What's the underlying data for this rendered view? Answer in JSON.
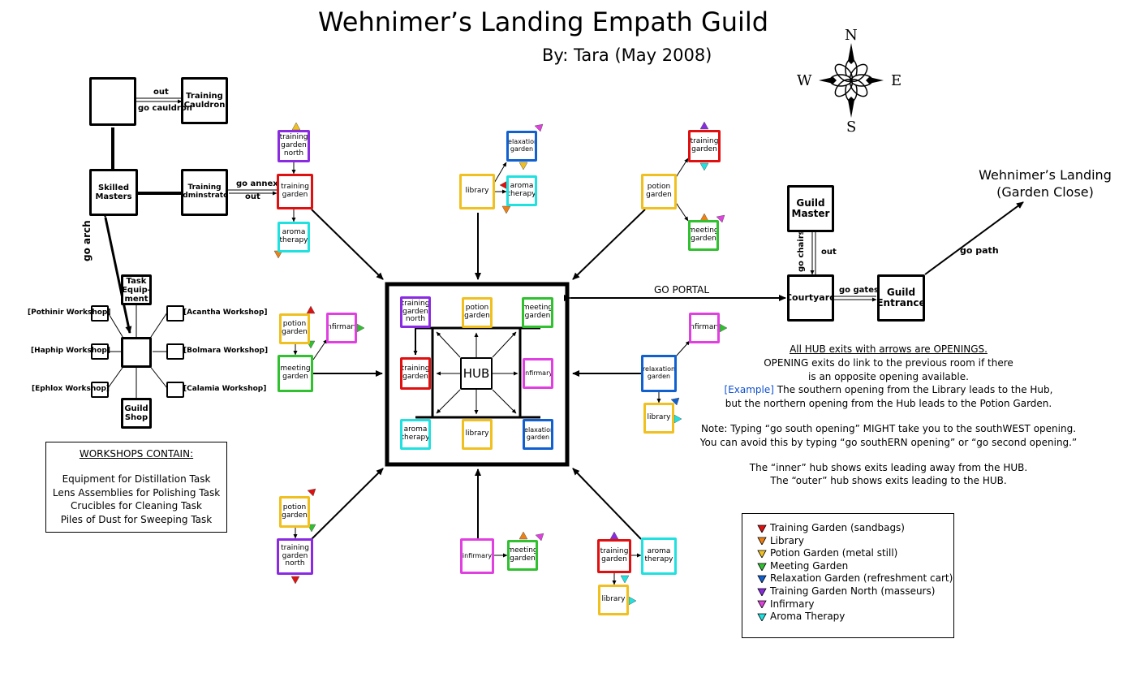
{
  "title": "Wehnimer’s Landing Empath Guild",
  "byline": "By: Tara (May 2008)",
  "compass": {
    "n": "N",
    "s": "S",
    "e": "E",
    "w": "W"
  },
  "colors": {
    "red": "#e01010",
    "orange": "#f08010",
    "yellow": "#f0c020",
    "green": "#30c030",
    "blue": "#1060d0",
    "purple": "#8a2be2",
    "magenta": "#e040e0",
    "cyan": "#20e0e0"
  },
  "rooms": {
    "cauldron_room": "",
    "training_cauldron": "Training Cauldron",
    "skilled_masters": "Skilled Masters",
    "training_administrator": "Training Adminstrator",
    "task_equipment": "Task Equip-ment",
    "workshop_center": "",
    "guild_shop": "Guild Shop",
    "guild_master": "Guild Master",
    "courtyard": "Courtyard",
    "guild_entrance": "Guild Entrance",
    "hub": "HUB",
    "nw_training_garden_north": "training garden north",
    "nw_training_garden": "training garden",
    "nw_aroma_therapy": "aroma therapy",
    "n_relaxation_garden": "relaxation garden",
    "n_library": "library",
    "n_aroma_therapy": "aroma therapy",
    "ne_training_garden": "training garden",
    "ne_potion_garden": "potion garden",
    "ne_meeting_garden": "meeting garden",
    "w_potion_garden": "potion garden",
    "w_infirmary": "infirmary",
    "w_meeting_garden": "meeting garden",
    "e_infirmary": "infirmary",
    "e_relaxation_garden": "relaxation garden",
    "e_library": "library",
    "sw_potion_garden": "potion garden",
    "sw_training_garden_north": "training garden north",
    "s_infirmary": "infirmary",
    "s_meeting_garden": "meeting garden",
    "se_training_garden": "training garden",
    "se_aroma_therapy": "aroma therapy",
    "se_library": "library",
    "hub_training_garden_north": "training garden north",
    "hub_potion_garden": "potion garden",
    "hub_meeting_garden": "meeting garden",
    "hub_training_garden": "training garden",
    "hub_infirmary": "infirmary",
    "hub_aroma_therapy": "aroma therapy",
    "hub_library": "library",
    "hub_relaxation_garden": "relaxation garden"
  },
  "workshops": {
    "pothinir": "[Pothinir Workshop]",
    "acantha": "[Acantha Workshop]",
    "haphip": "[Haphip Workshop]",
    "bolmara": "[Bolmara Workshop]",
    "ephlox": "[Ephlox Workshop]",
    "calamia": "[Calamia Workshop]"
  },
  "paths": {
    "out": "out",
    "go_cauldron": "go cauldron",
    "go_annex": "go annex",
    "out2": "out",
    "go_arch": "go arch",
    "go_chairs": "go chairs",
    "out3": "out",
    "go_gates": "go gates",
    "go_path": "go path",
    "go_portal": "GO PORTAL"
  },
  "destination": {
    "line1": "Wehnimer’s Landing",
    "line2": "(Garden Close)"
  },
  "workshops_box": {
    "heading": "WORKSHOPS CONTAIN:",
    "items": [
      "Equipment for Distillation Task",
      "Lens Assemblies for Polishing Task",
      "Crucibles for Cleaning Task",
      "Piles of Dust for Sweeping Task"
    ]
  },
  "notes": {
    "title": "All HUB exits with arrows are OPENINGS.",
    "line1": "OPENING exits do link to the previous room if there",
    "line2": "is an opposite opening available.",
    "example_tag": "[Example]",
    "line3": " The southern opening from the Library leads to the Hub,",
    "line4": "but the northern opening from the Hub leads to the Potion Garden.",
    "line5": "Note: Typing “go south opening” MIGHT take you to the southWEST opening.",
    "line6": "You can avoid this by typing “go southERN opening” or “go second opening.”",
    "line7": "The “inner” hub shows exits leading away from the HUB.",
    "line8": "The “outer” hub shows exits leading to the HUB."
  },
  "legend": [
    {
      "color": "red",
      "label": "Training Garden (sandbags)"
    },
    {
      "color": "orange",
      "label": "Library"
    },
    {
      "color": "yellow",
      "label": "Potion Garden (metal still)"
    },
    {
      "color": "green",
      "label": "Meeting Garden"
    },
    {
      "color": "blue",
      "label": "Relaxation Garden (refreshment cart)"
    },
    {
      "color": "purple",
      "label": "Training Garden North (masseurs)"
    },
    {
      "color": "magenta",
      "label": "Infirmary"
    },
    {
      "color": "cyan",
      "label": "Aroma Therapy"
    }
  ]
}
